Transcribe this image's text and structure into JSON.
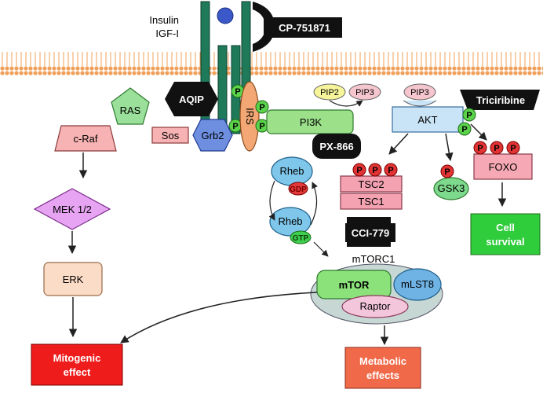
{
  "ligands": {
    "line1": "Insulin",
    "line2": "IGF-I"
  },
  "inhibitors": {
    "cp": "CP-751871",
    "aqip": "AQIP",
    "px": "PX-866",
    "triciribine": "Triciribine",
    "cci": "CCI-779"
  },
  "proteins": {
    "ras": "RAS",
    "craf": "c-Raf",
    "mek": "MEK 1/2",
    "erk": "ERK",
    "sos": "Sos",
    "grb2": "Grb2",
    "irs": "IRS",
    "pi3k": "PI3K",
    "pip2": "PIP2",
    "pip3": "PIP3",
    "pip3_akt": "PIP3",
    "akt": "AKT",
    "rheb1": "Rheb",
    "rheb2": "Rheb",
    "gdp": "GDP",
    "gtp": "GTP",
    "tsc2": "TSC2",
    "tsc1": "TSC1",
    "gsk3": "GSK3",
    "foxo": "FOXO",
    "mtorc1": "mTORC1",
    "mtor": "mTOR",
    "mlst8": "mLST8",
    "raptor": "Raptor"
  },
  "phospho": "P",
  "outcomes": {
    "mitogenic": {
      "line1": "Mitogenic",
      "line2": "effect"
    },
    "metabolic": {
      "line1": "Metabolic",
      "line2": "effects"
    },
    "survival": {
      "line1": "Cell",
      "line2": "survival"
    }
  },
  "colors": {
    "membrane": "#f0a05a",
    "receptor": "#1f7a5a",
    "ligand": "#3a58c8",
    "inhibitor": "#111111",
    "ras": "#9adf9a",
    "craf": "#f7b3b3",
    "mek": "#e6a4f2",
    "erk": "#fbdcc6",
    "grb2": "#6e8fe0",
    "irs": "#f2a774",
    "pi3k": "#9ce08a",
    "pip2": "#f6f59b",
    "pip3": "#f6c6cf",
    "akt": "#c9e4f6",
    "rheb": "#7fc7ea",
    "gdp": "#e23a3a",
    "gtp": "#3fcf4f",
    "tsc": "#f4a2b2",
    "gsk3": "#7dd98c",
    "foxo": "#f6a9b4",
    "mtorc_bg": "#c7d7d4",
    "mtor": "#8ce27a",
    "mlst8": "#6fb2e4",
    "raptor": "#f4c6dc",
    "p_green": "#5bd34a",
    "p_red": "#e23434",
    "mitogenic": "#ef1c1c",
    "metabolic": "#f06a4a",
    "survival": "#2fcc3c"
  }
}
